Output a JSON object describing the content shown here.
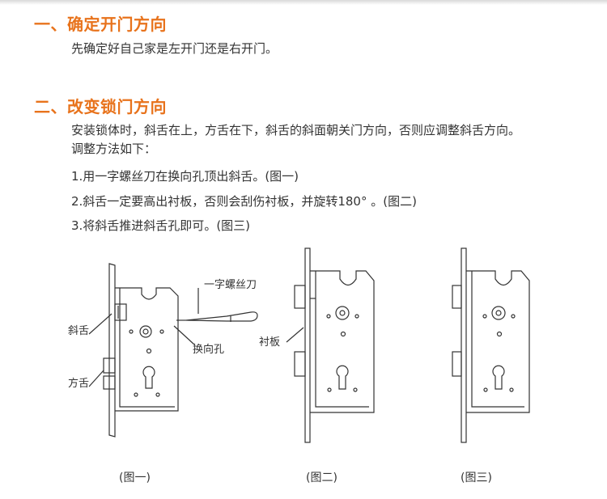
{
  "section1": {
    "title": "一、确定开门方向",
    "text": "先确定好自己家是左开门还是右开门。"
  },
  "section2": {
    "title": "二、改变锁门方向",
    "intro_line1": "安装锁体时，斜舌在上，方舌在下，斜舌的斜面朝关门方向，否则应调整斜舌方向。",
    "intro_line2": "调整方法如下：",
    "steps": [
      "1.用一字螺丝刀在换向孔顶出斜舌。(图一)",
      "2.斜舌一定要高出衬板，否则会刮伤衬板，并旋转180°  。(图二)",
      "3.将斜舌推进斜舌孔即可。(图三)"
    ]
  },
  "figures": {
    "fig1": {
      "caption": "(图一)",
      "labels": {
        "screwdriver": "一字螺丝刀",
        "latch": "斜舌",
        "hole": "换向孔",
        "deadbolt": "方舌"
      }
    },
    "fig2": {
      "caption": "(图二)",
      "labels": {
        "plate": "衬板"
      }
    },
    "fig3": {
      "caption": "(图三)"
    }
  },
  "colors": {
    "title": "#e8731c",
    "text": "#333333",
    "line": "#333333"
  }
}
